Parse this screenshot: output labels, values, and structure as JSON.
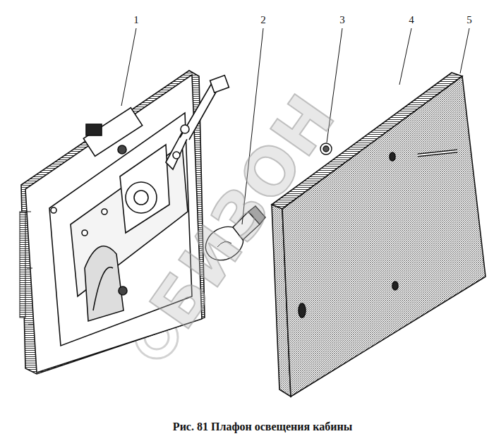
{
  "diagram": {
    "caption": "Рис. 81 Плафон освещения кабины",
    "labels": [
      "1",
      "2",
      "3",
      "4",
      "5",
      "БИЗОН"
    ]
  }
}
